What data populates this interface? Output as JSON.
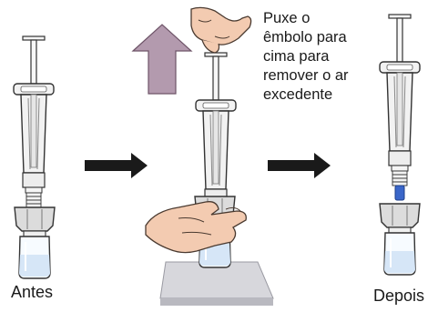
{
  "instruction": "Puxe o\nêmbolo para\ncima para\nremover o ar\nexcedente",
  "labels": {
    "before": "Antes",
    "after": "Depois"
  },
  "colors": {
    "arrow_up": "#b39aae",
    "arrow_right": "#1a1a1a",
    "syringe_barrel": "#f2f2f2",
    "needle_connector": "#3a66c9",
    "vial_cap": "#dcdcdc",
    "vial_liquid": "#d6e6f7",
    "skin": "#f3cbb1",
    "pad": "#d7d7dc"
  },
  "icons": [
    "up-arrow-icon",
    "right-arrow-icon",
    "syringe-icon",
    "vial-icon",
    "hand-icon"
  ]
}
